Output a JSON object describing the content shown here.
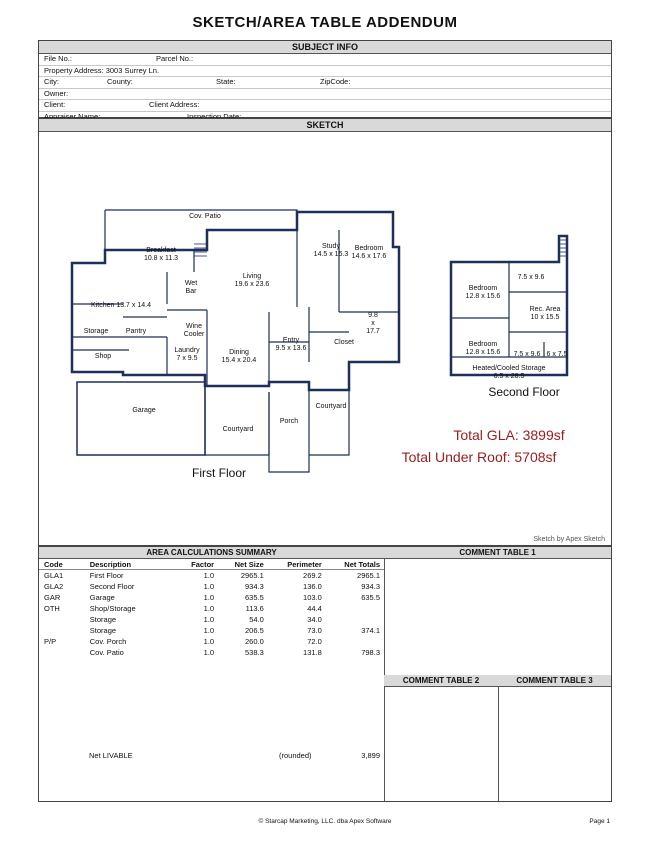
{
  "title": "SKETCH/AREA TABLE ADDENDUM",
  "subject_info": {
    "header": "SUBJECT INFO",
    "file_no": "File No.:",
    "parcel_no": "Parcel No.:",
    "property_address": "Property Address: 3003 Surrey Ln.",
    "city": "City:",
    "county": "County:",
    "state": "State:",
    "zip": "ZipCode:",
    "owner": "Owner:",
    "client": "Client:",
    "client_address": "Client Address:",
    "appraiser": "Appraiser Name:",
    "inspection_date": "Inspection Date:"
  },
  "sketch": {
    "header": "SKETCH",
    "credit": "Sketch by Apex Sketch",
    "first_floor_label": "First Floor",
    "second_floor_label": "Second Floor",
    "total_gla": "Total GLA: 3899sf",
    "total_under_roof": "Total Under Roof: 5708sf",
    "rooms": {
      "cov_patio": "Cov. Patio",
      "breakfast": "Breakfast",
      "breakfast_dim": "10.8 x 11.3",
      "study": "Study",
      "study_dim": "14.5 x 15.3",
      "bedroom1": "Bedroom",
      "bedroom1_dim": "14.6 x 17.6",
      "living": "Living",
      "living_dim": "19.6 x 23.6",
      "wet_bar": "Wet",
      "wet_bar2": "Bar",
      "kitchen": "Kitchen 13.7 x 14.4",
      "storage1": "Storage",
      "pantry": "Pantry",
      "wine": "Wine",
      "wine2": "Cooler",
      "bath_a": "9.8",
      "bath_b": "x",
      "bath_c": "17.7",
      "closet": "Closet",
      "entry": "Entry",
      "entry_dim": "9.5 x 13.6",
      "dining": "Dining",
      "dining_dim": "15.4 x 20.4",
      "laundry": "Laundry",
      "laundry_dim": "7 x 9.5",
      "shop": "Shop",
      "garage": "Garage",
      "courtyard1": "Courtyard",
      "porch": "Porch",
      "courtyard2": "Courtyard",
      "bed2": "Bedroom",
      "bed2_dim": "12.8 x 15.6",
      "bath2": "7.5 x 9.6",
      "rec": "Rec. Area",
      "rec_dim": "10 x 15.5",
      "bed3": "Bedroom",
      "bed3_dim": "12.8 x 15.6",
      "bath3": "7.5 x 9.6",
      "small": "6 x 7.5",
      "hvac_storage": "Heated/Cooled Storage",
      "hvac_dim": "6.5 x 28.5"
    }
  },
  "area_summary": {
    "header": "AREA CALCULATIONS SUMMARY",
    "columns": [
      "Code",
      "Description",
      "Factor",
      "Net Size",
      "Perimeter",
      "Net Totals"
    ],
    "rows": [
      [
        "GLA1",
        "First Floor",
        "1.0",
        "2965.1",
        "269.2",
        "2965.1"
      ],
      [
        "GLA2",
        "Second Floor",
        "1.0",
        "934.3",
        "136.0",
        "934.3"
      ],
      [
        "GAR",
        "Garage",
        "1.0",
        "635.5",
        "103.0",
        "635.5"
      ],
      [
        "OTH",
        "Shop/Storage",
        "1.0",
        "113.6",
        "44.4",
        ""
      ],
      [
        "",
        "Storage",
        "1.0",
        "54.0",
        "34.0",
        ""
      ],
      [
        "",
        "Storage",
        "1.0",
        "206.5",
        "73.0",
        "374.1"
      ],
      [
        "P/P",
        "Cov. Porch",
        "1.0",
        "260.0",
        "72.0",
        ""
      ],
      [
        "",
        "Cov. Patio",
        "1.0",
        "538.3",
        "131.8",
        "798.3"
      ]
    ],
    "net_livable_label": "Net LIVABLE",
    "rounded_label": "(rounded)",
    "net_livable_value": "3,899"
  },
  "comments": {
    "table1": "COMMENT TABLE 1",
    "table2": "COMMENT TABLE 2",
    "table3": "COMMENT TABLE 3"
  },
  "footer": {
    "copyright": "© Starcap Marketing, LLC. dba Apex Software",
    "page": "Page 1"
  },
  "colors": {
    "wall": "#1d2f5a",
    "totals": "#9b1c1c",
    "band": "#d9d9d9"
  }
}
